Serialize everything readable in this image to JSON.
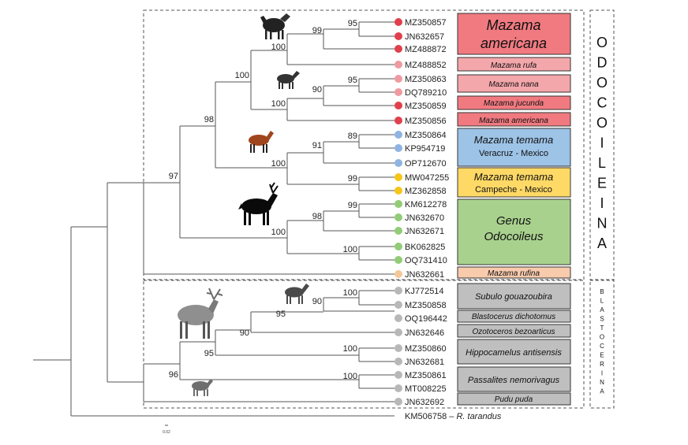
{
  "tips": [
    {
      "id": "MZ350857",
      "color": "#e0404c"
    },
    {
      "id": "JN632657",
      "color": "#e0404c"
    },
    {
      "id": "MZ488872",
      "color": "#e0404c"
    },
    {
      "id": "MZ488852",
      "color": "#ee9aa0"
    },
    {
      "id": "MZ350863",
      "color": "#ee9aa0"
    },
    {
      "id": "DQ789210",
      "color": "#ee9aa0"
    },
    {
      "id": "MZ350859",
      "color": "#e0404c"
    },
    {
      "id": "MZ350856",
      "color": "#e0404c"
    },
    {
      "id": "MZ350864",
      "color": "#8eb4e3"
    },
    {
      "id": "KP954719",
      "color": "#8eb4e3"
    },
    {
      "id": "OP712670",
      "color": "#8eb4e3"
    },
    {
      "id": "MW047255",
      "color": "#f5c518"
    },
    {
      "id": "MZ362858",
      "color": "#f5c518"
    },
    {
      "id": "KM612278",
      "color": "#92cc76"
    },
    {
      "id": "JN632670",
      "color": "#92cc76"
    },
    {
      "id": "JN632671",
      "color": "#92cc76"
    },
    {
      "id": "BK062825",
      "color": "#92cc76"
    },
    {
      "id": "OQ731410",
      "color": "#92cc76"
    },
    {
      "id": "JN632661",
      "color": "#f3c89a"
    },
    {
      "id": "KJ772514",
      "color": "#b8b8b8"
    },
    {
      "id": "MZ350858",
      "color": "#b8b8b8"
    },
    {
      "id": "OQ196442",
      "color": "#b8b8b8"
    },
    {
      "id": "JN632646",
      "color": "#b8b8b8"
    },
    {
      "id": "MZ350860",
      "color": "#b8b8b8"
    },
    {
      "id": "JN632681",
      "color": "#b8b8b8"
    },
    {
      "id": "MZ350861",
      "color": "#b8b8b8"
    },
    {
      "id": "MT008225",
      "color": "#b8b8b8"
    },
    {
      "id": "JN632692",
      "color": "#b8b8b8"
    }
  ],
  "outgroup": {
    "id": "KM506758",
    "sep": " – ",
    "species": "R. tarandus"
  },
  "bootstrap": {
    "b95a": "95",
    "b99a": "99",
    "b100a": "100",
    "b100b": "100",
    "b95b": "95",
    "b90a": "90",
    "b100c": "100",
    "b98a": "98",
    "b89": "89",
    "b91": "91",
    "b100d": "100",
    "b99b": "99",
    "b97": "97",
    "b99c": "99",
    "b98b": "98",
    "b100e": "100",
    "b100f": "100",
    "b100g": "100",
    "b90b": "90",
    "b95c": "95",
    "b90c": "90",
    "b100h": "100",
    "b95d": "95",
    "b100i": "100",
    "b96": "96"
  },
  "clades": {
    "mazama_americana_big_1": "Mazama",
    "mazama_americana_big_2": "americana",
    "mazama_rufa": "Mazama rufa",
    "mazama_nana": "Mazama nana",
    "mazama_jucunda": "Mazama jucunda",
    "mazama_americana_small": "Mazama americana",
    "temama_vc_1": "Mazama temama",
    "temama_vc_2": "Veracruz - Mexico",
    "temama_cp_1": "Mazama temama",
    "temama_cp_2": "Campeche - Mexico",
    "odo_1": "Genus",
    "odo_2": "Odocoileus",
    "mazama_rufina": "Mazama rufina",
    "subulo": "Subulo gouazoubira",
    "blastocerus": "Blastocerus dichotomus",
    "ozotoceros": "Ozotoceros bezoarticus",
    "hippocamelus": "Hippocamelus antisensis",
    "passalites": "Passalites nemorivagus",
    "pudu": "Pudu puda"
  },
  "clade_colors": {
    "americana": "#f07a80",
    "rufa": "#f4a7ab",
    "temama_vc": "#9dc3e6",
    "temama_cp": "#ffd966",
    "odocoileus": "#a9d18e",
    "rufina": "#f8cbad",
    "grey": "#bfbfbf"
  },
  "subtribes": {
    "odocoileina": [
      "O",
      "D",
      "O",
      "C",
      "O",
      "I",
      "L",
      "E",
      "I",
      "N",
      "A"
    ],
    "blastocerina": [
      "B",
      "L",
      "A",
      "S",
      "T",
      "O",
      "C",
      "E",
      "R",
      "I",
      "N",
      "A"
    ]
  },
  "scale": "0.02",
  "icons": [
    "brocket-deer-icon",
    "small-deer-icon",
    "red-deer-icon",
    "white-tailed-deer-icon",
    "marsh-deer-icon",
    "grey-brocket-icon",
    "pudu-icon"
  ]
}
